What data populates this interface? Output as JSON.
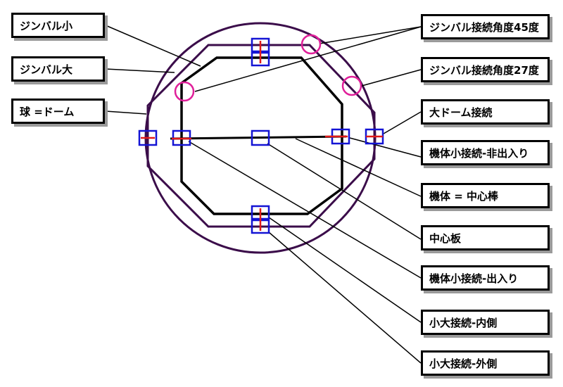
{
  "labels": {
    "gimbal_small": "ジンバル小",
    "gimbal_large": "ジンバル大",
    "sphere_dome": "球 =ドーム",
    "gimbal_angle_45": "ジンバル接続角度45度",
    "gimbal_angle_27": "ジンバル接続角度27度",
    "large_dome_connection": "大ドーム接続",
    "body_small_conn_non_io": "機体小接続-非出入り",
    "body_center_rod": "機体 = 中心棒",
    "center_plate": "中心板",
    "body_small_conn_io": "機体小接続-出入り",
    "small_large_conn_inner": "小大接続-内側",
    "small_large_conn_outer": "小大接続-外側"
  },
  "colors": {
    "sphere": "#3b0d4a",
    "gimbal_outline": "#000000",
    "gimbal_large_line": "#3b0d4a",
    "connector_box": "#1414d4",
    "connector_mark": "#e21a1a",
    "angle_marker": "#e0209a",
    "leader_line": "#000000",
    "box_shadow": "#9a9a9a"
  }
}
